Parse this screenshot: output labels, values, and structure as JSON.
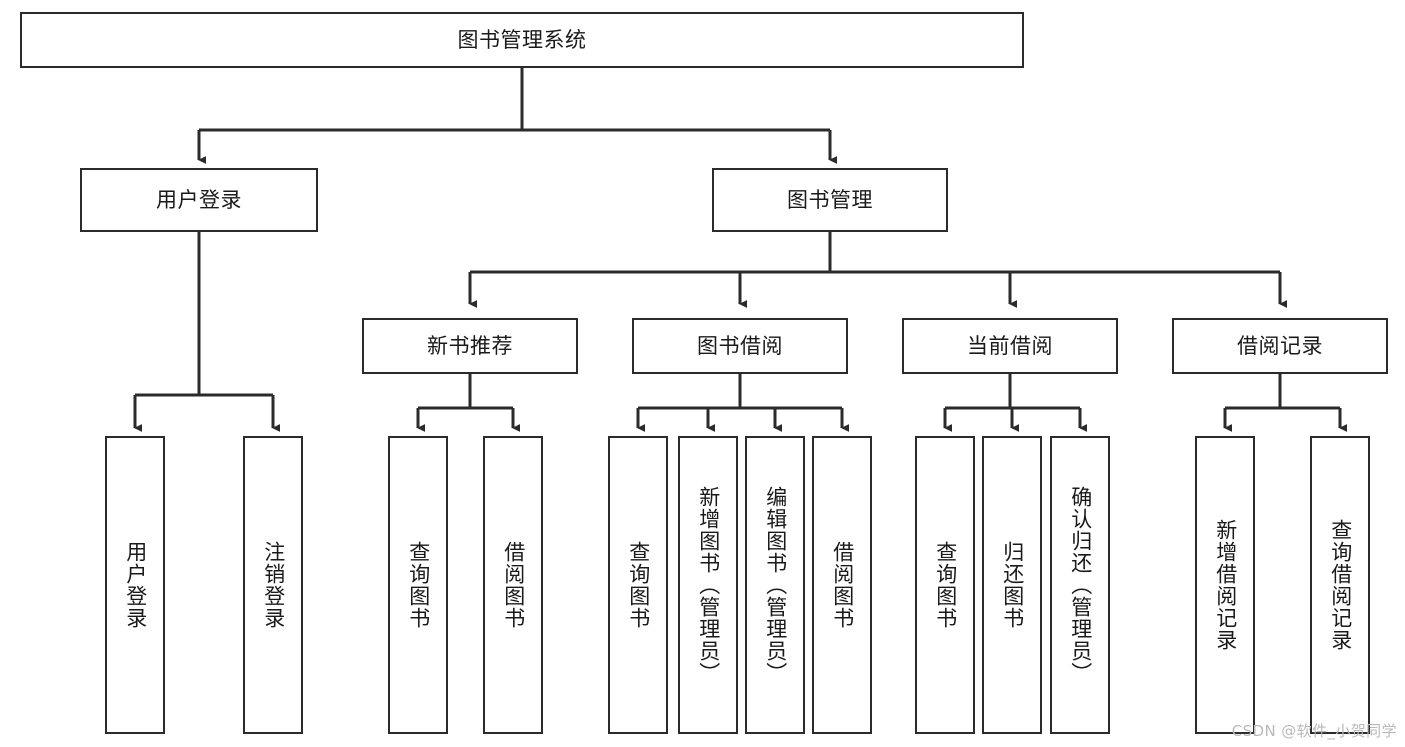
{
  "diagram": {
    "title": "图书管理系统",
    "type": "functional-structure-tree",
    "colors": {
      "node_border": "#2b2b2b",
      "node_fill": "#ffffff",
      "edge": "#2b2b2b",
      "text": "#1a1a1a",
      "watermark": "#b9b9b9",
      "background": "#ffffff"
    },
    "watermark": "CSDN @软件_小贺同学",
    "nodes": {
      "root": {
        "label": "图书管理系统"
      },
      "level1": [
        {
          "label": "用户登录"
        },
        {
          "label": "图书管理"
        }
      ],
      "level2": [
        {
          "label": "新书推荐"
        },
        {
          "label": "图书借阅"
        },
        {
          "label": "当前借阅"
        },
        {
          "label": "借阅记录"
        }
      ],
      "leaves": {
        "user_login": [
          {
            "label": "用户登录"
          },
          {
            "label": "注销登录"
          }
        ],
        "new_book_recommend": [
          {
            "label": "查询图书"
          },
          {
            "label": "借阅图书"
          }
        ],
        "book_borrow": [
          {
            "label": "查询图书"
          },
          {
            "label": "新增图书（管理员）"
          },
          {
            "label": "编辑图书（管理员）"
          },
          {
            "label": "借阅图书"
          }
        ],
        "current_borrow": [
          {
            "label": "查询图书"
          },
          {
            "label": "归还图书"
          },
          {
            "label": "确认归还（管理员）"
          }
        ],
        "borrow_record": [
          {
            "label": "新增借阅记录"
          },
          {
            "label": "查询借阅记录"
          }
        ]
      }
    }
  }
}
